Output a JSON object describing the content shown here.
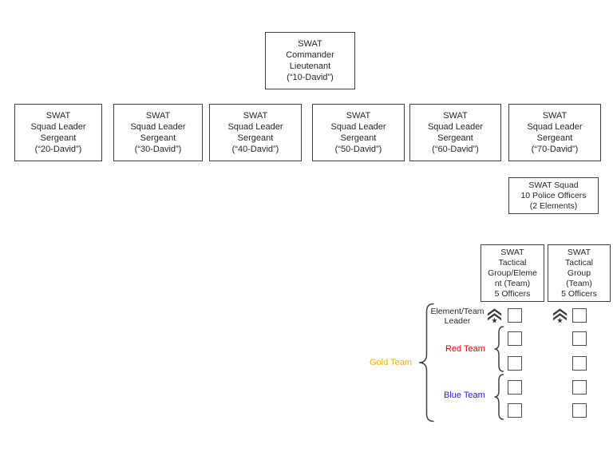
{
  "org_chart": {
    "boxes": {
      "commander": {
        "lines": [
          "SWAT",
          "Commander",
          "Lieutenant",
          "(“10-David”)"
        ]
      },
      "squad_leaders": [
        {
          "lines": [
            "SWAT",
            "Squad Leader",
            "Sergeant",
            "(“20-David”)"
          ]
        },
        {
          "lines": [
            "SWAT",
            "Squad Leader",
            "Sergeant",
            "(“30-David”)"
          ]
        },
        {
          "lines": [
            "SWAT",
            "Squad Leader",
            "Sergeant",
            "(“40-David”)"
          ]
        },
        {
          "lines": [
            "SWAT",
            "Squad Leader",
            "Sergeant",
            "(“50-David”)"
          ]
        },
        {
          "lines": [
            "SWAT",
            "Squad Leader",
            "Sergeant",
            "(“60-David”)"
          ]
        },
        {
          "lines": [
            "SWAT",
            "Squad Leader",
            "Sergeant",
            "(“70-David”)"
          ]
        }
      ],
      "swat_squad": {
        "lines": [
          "SWAT Squad",
          "10 Police Officers",
          "(2 Elements)"
        ]
      },
      "tactical_group_element": {
        "lines": [
          "SWAT",
          "Tactical",
          "Group/Eleme",
          "nt (Team)",
          "5 Officers"
        ]
      },
      "tactical_group": {
        "lines": [
          "SWAT",
          "Tactical",
          "Group",
          "(Team)",
          "5 Officers"
        ]
      }
    },
    "team_labels": {
      "element_team_leader": {
        "lines": [
          "Element/Team",
          "Leader"
        ],
        "color": "#262626"
      },
      "red_team": {
        "text": "Red Team",
        "color": "#FF0000"
      },
      "blue_team": {
        "text": "Blue Team",
        "color": "#2222FF"
      },
      "gold_team": {
        "text": "Gold Team",
        "color": "#FFAA00"
      }
    },
    "icons": {
      "sergeant_rank": "sergeant-stripes-with-star"
    },
    "officer_slots": {
      "columns": 2,
      "rows": 5,
      "total": 10
    },
    "colors": {
      "background": "#FFFFFF",
      "box_border": "#404040",
      "box_text": "#262626",
      "slot_border": "#4D4D4D",
      "brace_stroke": "#404040"
    }
  }
}
